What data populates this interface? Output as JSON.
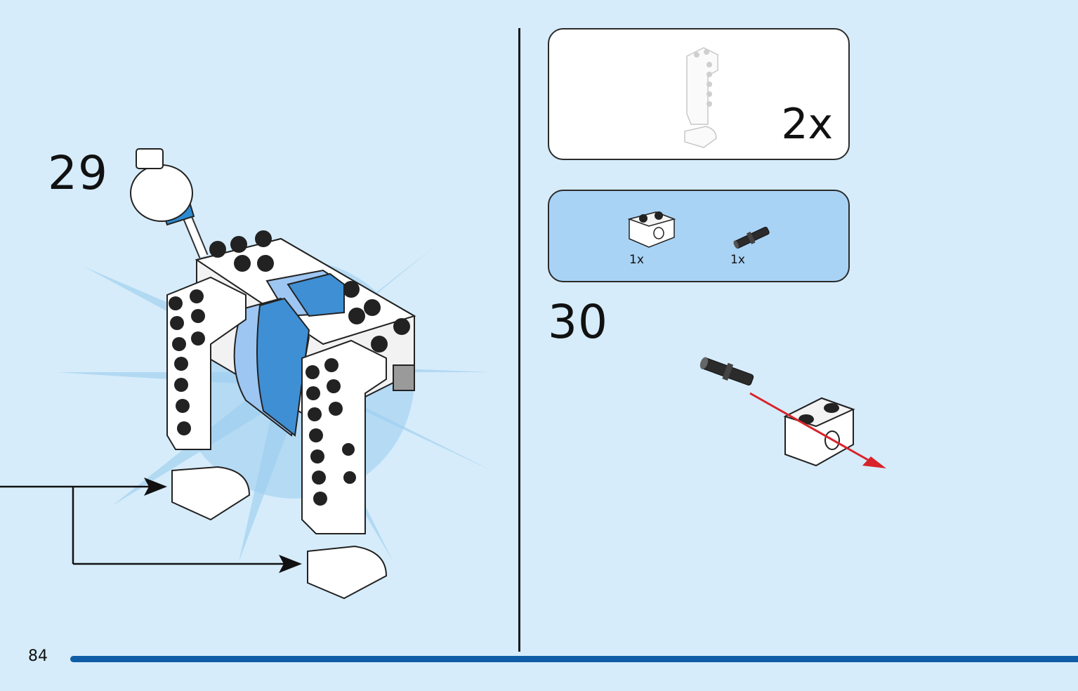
{
  "page": {
    "number": "84"
  },
  "step_29": {
    "number": "29"
  },
  "subassembly": {
    "quantity": "2x"
  },
  "step_30": {
    "number": "30",
    "parts": [
      {
        "name": "technic-brick-1x2-white",
        "quantity": "1x"
      },
      {
        "name": "technic-pin-black",
        "quantity": "1x"
      }
    ]
  },
  "colors": {
    "background": "#d6ecfb",
    "parts_panel": "#a9d3f5",
    "page_bar": "#0f5da6",
    "arrow_red": "#d8232a",
    "brick_blue": "#3f8fd4",
    "brick_light_blue": "#9ec6f2"
  }
}
